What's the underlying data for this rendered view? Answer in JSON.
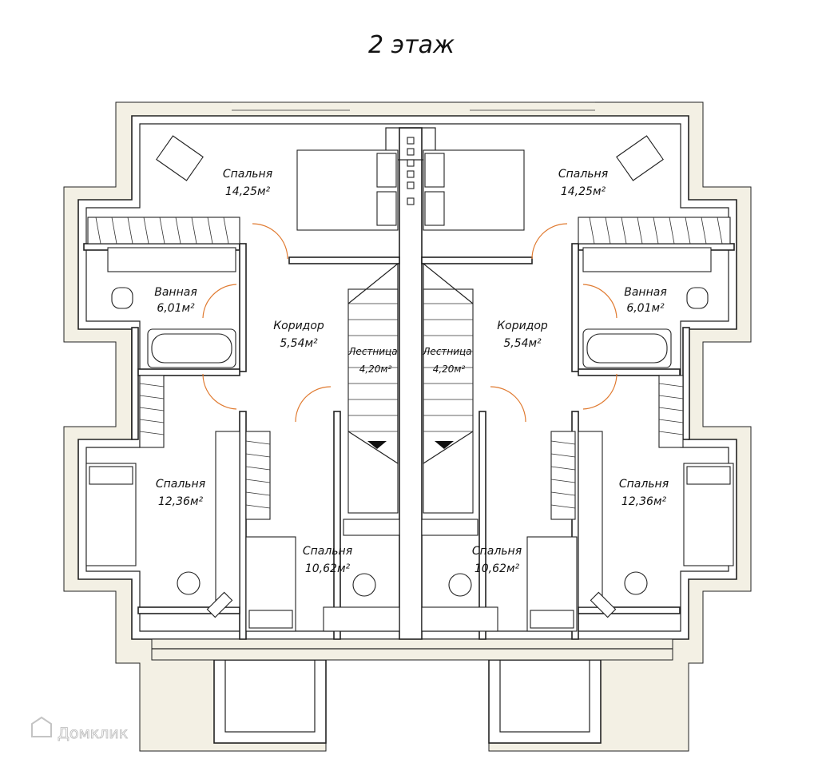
{
  "title": "2 этаж",
  "watermark": "Домклик",
  "rooms": {
    "bedroom_top_left": {
      "name": "Спальня",
      "area": "14,25м²"
    },
    "bedroom_top_right": {
      "name": "Спальня",
      "area": "14,25м²"
    },
    "bath_left": {
      "name": "Ванная",
      "area": "6,01м²"
    },
    "bath_right": {
      "name": "Ванная",
      "area": "6,01м²"
    },
    "corridor_left": {
      "name": "Коридор",
      "area": "5,54м²"
    },
    "corridor_right": {
      "name": "Коридор",
      "area": "5,54м²"
    },
    "stair_left": {
      "name": "Лестница",
      "area": "4,20м²"
    },
    "stair_right": {
      "name": "Лестница",
      "area": "4,20м²"
    },
    "bedroom_mid_left": {
      "name": "Спальня",
      "area": "12,36м²"
    },
    "bedroom_mid_right": {
      "name": "Спальня",
      "area": "12,36м²"
    },
    "bedroom_low_left": {
      "name": "Спальня",
      "area": "10,62м²"
    },
    "bedroom_low_right": {
      "name": "Спальня",
      "area": "10,62м²"
    }
  },
  "colors": {
    "door": "#e07a30",
    "insulation": "#f3f0e4",
    "wall": "#222222"
  }
}
